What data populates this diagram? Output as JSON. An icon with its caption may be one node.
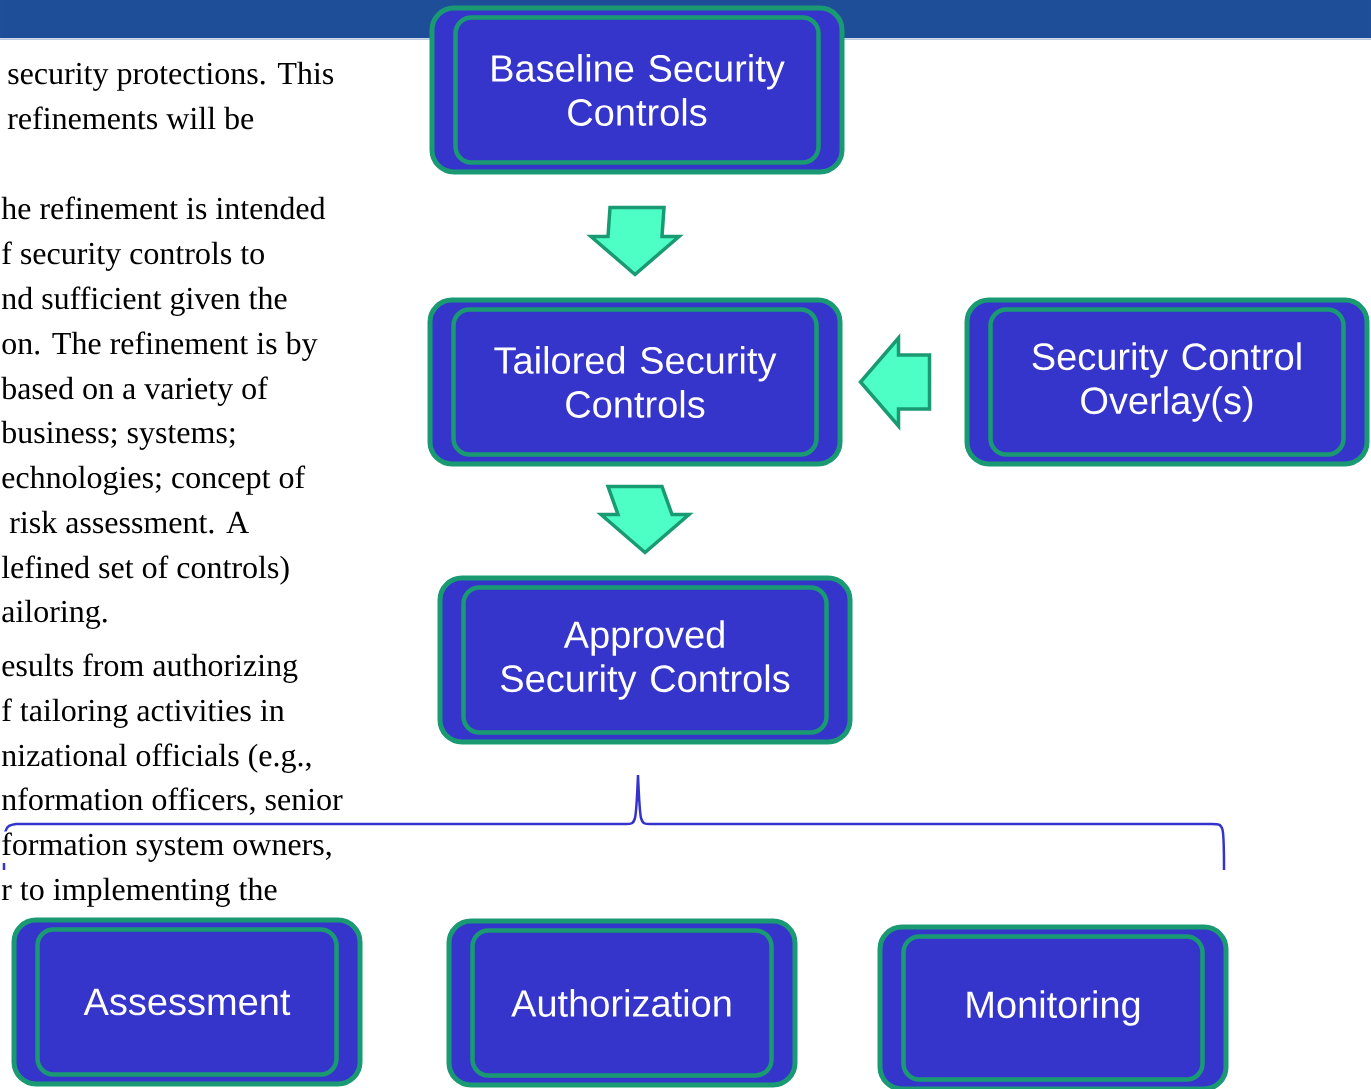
{
  "diagram": {
    "nodes": [
      {
        "text": [
          "Baseline Security Controls"
        ]
      },
      {
        "text": [
          "Tailored Security Controls"
        ]
      },
      {
        "text": [
          "Security Control Overlay(s)"
        ]
      },
      {
        "text": [
          "Approved Security Controls"
        ]
      },
      {
        "text": [
          "Assessment"
        ]
      },
      {
        "text": [
          "Authorization"
        ]
      },
      {
        "text": [
          "Monitoring"
        ]
      }
    ],
    "edges": [
      {
        "from": 0,
        "to": 1,
        "arrow": "to"
      },
      {
        "from": 2,
        "to": 1,
        "arrow": "to"
      },
      {
        "from": 1,
        "to": 3,
        "arrow": "to"
      }
    ],
    "labels": [
      "security protections. This",
      "refinements will be",
      "he refinement is intended",
      "f security controls to",
      "nd sufficient given the",
      "on. The refinement is by",
      "based on a variety of",
      "business; systems;",
      "echnologies; concept of",
      "risk assessment. A",
      "lefined set of controls)",
      "ailoring.",
      "esults from authorizing",
      "f tailoring activities in",
      "nizational officials (e.g.,",
      "nformation officers, senior",
      "formation system owners,",
      "r to implementing the"
    ]
  }
}
